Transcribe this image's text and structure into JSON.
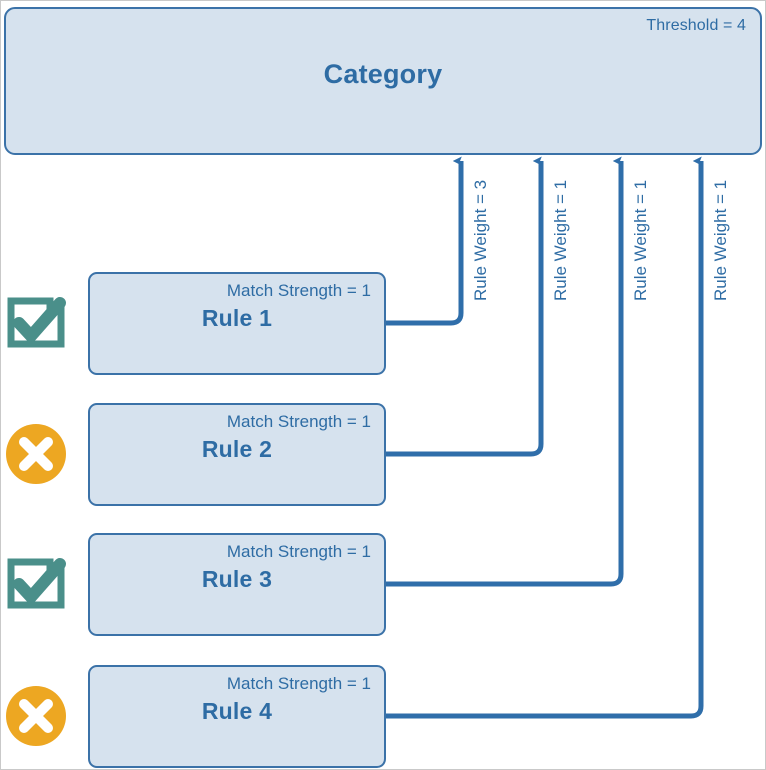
{
  "diagram": {
    "title": "Category",
    "threshold_label": "Threshold = 4",
    "colors": {
      "box_fill": "#d6e2ee",
      "box_border": "#3b72a8",
      "text_blue": "#2e6ca4",
      "connector": "#2f6eaa",
      "check_teal": "#4a8f8a",
      "cross_orange": "#eda722",
      "icon_white": "#ffffff"
    }
  },
  "rules": [
    {
      "title": "Rule 1",
      "match_strength": "Match Strength = 1",
      "weight_label": "Rule Weight = 3",
      "status": "matched",
      "status_icon": "check-box-icon"
    },
    {
      "title": "Rule 2",
      "match_strength": "Match Strength = 1",
      "weight_label": "Rule Weight = 1",
      "status": "unmatched",
      "status_icon": "cross-circle-icon"
    },
    {
      "title": "Rule 3",
      "match_strength": "Match Strength = 1",
      "weight_label": "Rule Weight = 1",
      "status": "matched",
      "status_icon": "check-box-icon"
    },
    {
      "title": "Rule 4",
      "match_strength": "Match Strength = 1",
      "weight_label": "Rule Weight = 1",
      "status": "unmatched",
      "status_icon": "cross-circle-icon"
    }
  ]
}
